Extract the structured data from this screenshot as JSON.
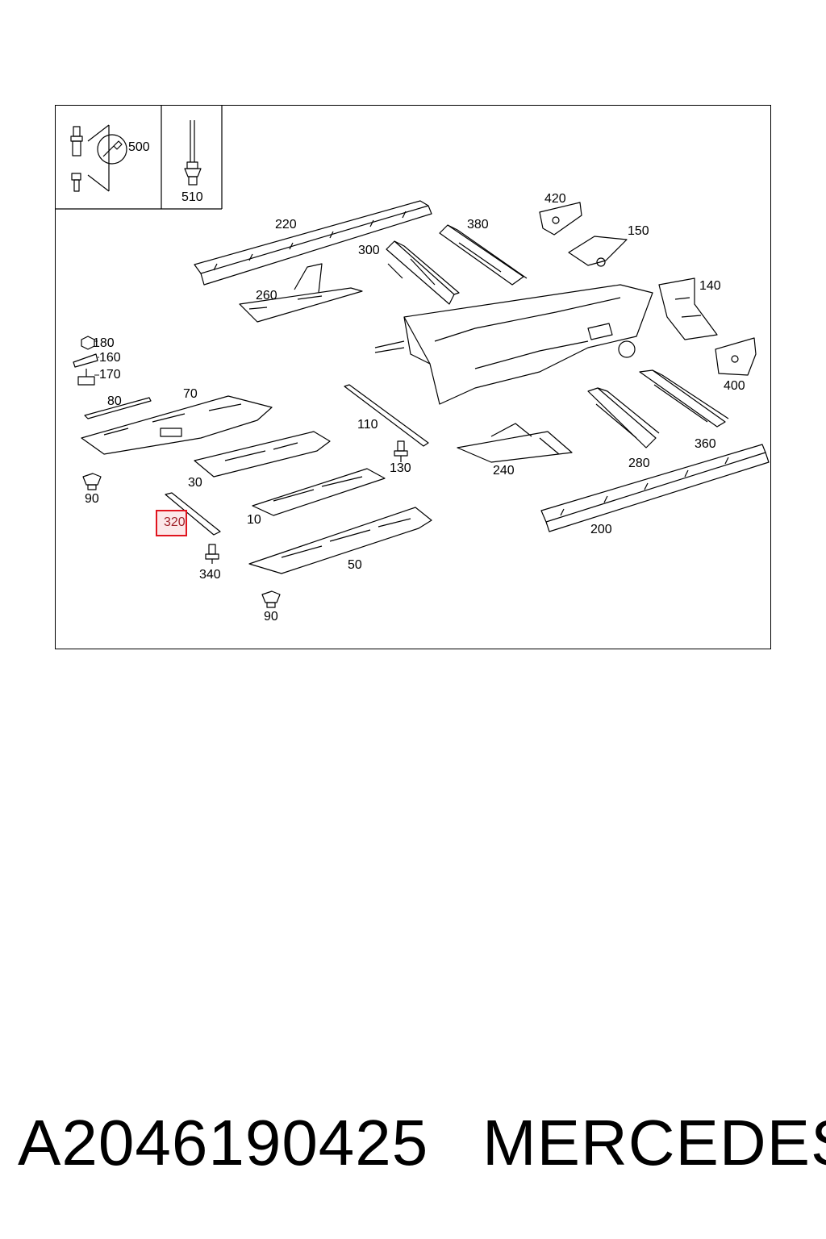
{
  "diagram": {
    "inset_labels": {
      "tool": "500",
      "bolt": "510"
    },
    "labels": {
      "p10": "10",
      "p30": "30",
      "p50": "50",
      "p70": "70",
      "p80": "80",
      "p90a": "90",
      "p90b": "90",
      "p110": "110",
      "p130": "130",
      "p140": "140",
      "p150": "150",
      "p160": "160",
      "p170": "170",
      "p180": "180",
      "p200": "200",
      "p220": "220",
      "p240": "240",
      "p260": "260",
      "p280": "280",
      "p300": "300",
      "p320": "320",
      "p340": "340",
      "p360": "360",
      "p380": "380",
      "p400": "400",
      "p420": "420"
    },
    "highlighted_part": "320",
    "highlight_color": "#e0141e"
  },
  "footer": {
    "part_number": "A2046190425",
    "brand": "MERCEDES"
  }
}
